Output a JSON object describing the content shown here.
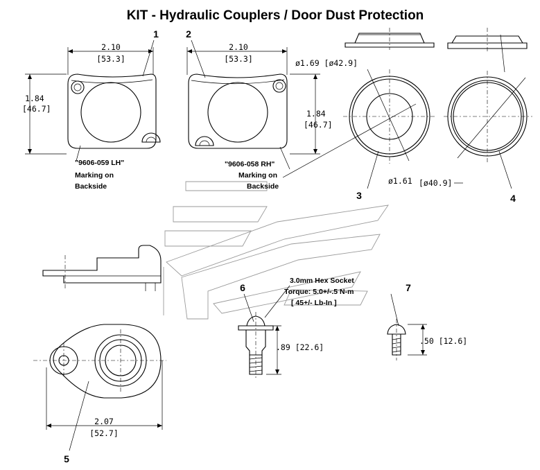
{
  "title": "KIT - Hydraulic Couplers / Door Dust Protection",
  "parts": {
    "p1": {
      "label": "1",
      "width_in": "2.10",
      "width_mm": "[53.3]",
      "height_in": "1.84",
      "height_mm": "[46.7]",
      "marking_1": "\"9606-059  LH\"",
      "marking_2": "Marking on",
      "marking_3": "Backside"
    },
    "p2": {
      "label": "2",
      "width_in": "2.10",
      "width_mm": "[53.3]",
      "height_in": "1.84",
      "height_mm": "[46.7]",
      "marking_1": "\"9606-058  RH\"",
      "marking_2": "Marking on",
      "marking_3": "Backside"
    },
    "p3": {
      "label": "3",
      "dia_outer": "ø1.69  [ø42.9]",
      "dia_inner": "ø1.61"
    },
    "p4": {
      "label": "4",
      "dia": "[ø40.9]"
    },
    "p5": {
      "label": "5",
      "length_in": "2.07",
      "length_mm": "[52.7]"
    },
    "p6": {
      "label": "6",
      "length": ".89  [22.6]",
      "note_1": "3.0mm Hex Socket",
      "note_2": "Torque:  5.0+/-.5  N-m",
      "note_3": "[ 45+/- Lb-In ]"
    },
    "p7": {
      "label": "7",
      "length": ".50  [12.6]"
    }
  }
}
